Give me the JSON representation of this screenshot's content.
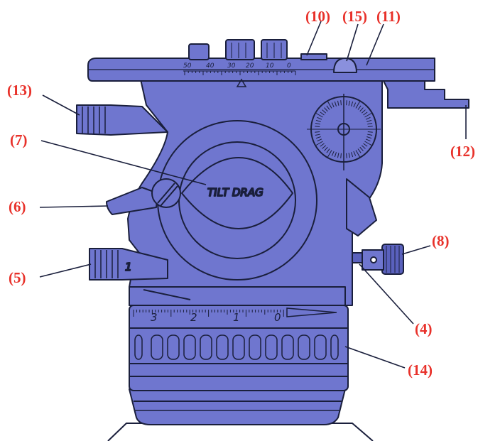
{
  "colors": {
    "body": "#6f76cf",
    "body_dark": "#5a61bd",
    "outline": "#1a1f3c",
    "callout": "#e8312a",
    "background": "#ffffff"
  },
  "tilt_label": "TILT DRAG",
  "top_scale": [
    "50",
    "40",
    "30",
    "20",
    "10",
    "0"
  ],
  "pan_scale": [
    "3",
    "2",
    "1",
    "0"
  ],
  "lever_mark": "1",
  "callouts": {
    "c4": "(4)",
    "c5": "(5)",
    "c6": "(6)",
    "c7": "(7)",
    "c8": "(8)",
    "c10": "(10)",
    "c11": "(11)",
    "c12": "(12)",
    "c13": "(13)",
    "c14": "(14)",
    "c15": "(15)"
  }
}
